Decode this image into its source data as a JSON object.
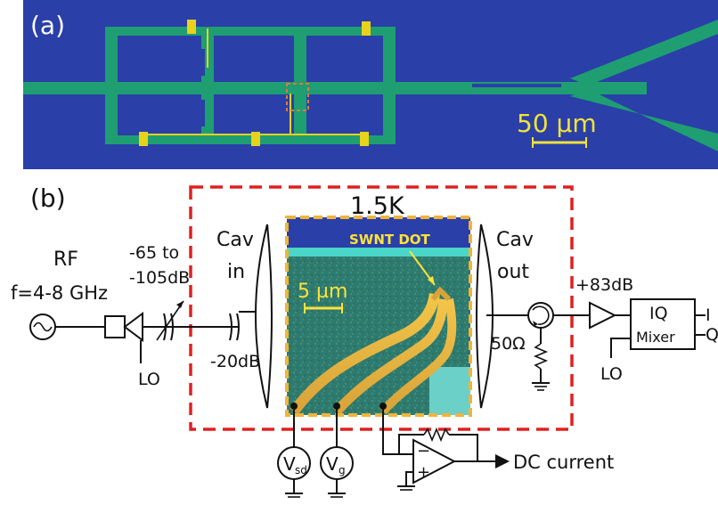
{
  "panel_a": {
    "label": "(a)",
    "scale_bar": "50 µm",
    "colors": {
      "substrate": "#2a3fa8",
      "metal": "#1f9e72",
      "gold": "#e8d21c",
      "scale": "#f2e23a",
      "marker": "#e07a3a"
    }
  },
  "panel_b": {
    "label": "(b)",
    "source": {
      "title": "RF",
      "freq": "f=4-8 GHz",
      "lo": "LO"
    },
    "attenuator_top": "-65 to",
    "attenuator_bottom": "-105dB",
    "attenuator_fixed": "-20dB",
    "cryostat": {
      "temperature": "1.5K",
      "color": "#e02020"
    },
    "cavity_in": [
      "Cav",
      "in"
    ],
    "cavity_out": [
      "Cav",
      "out"
    ],
    "micrograph": {
      "tag": "SWNT DOT",
      "scale_bar": "5 µm"
    },
    "termination": "50Ω",
    "amplifier_gain": "+83dB",
    "mixer": {
      "title": "IQ",
      "name": "Mixer",
      "lo": "LO",
      "out_i": "I",
      "out_q": "Q"
    },
    "bias": {
      "vsd_main": "V",
      "vsd_sub": "sd",
      "vg_main": "V",
      "vg_sub": "g"
    },
    "dc_output": "DC current"
  }
}
